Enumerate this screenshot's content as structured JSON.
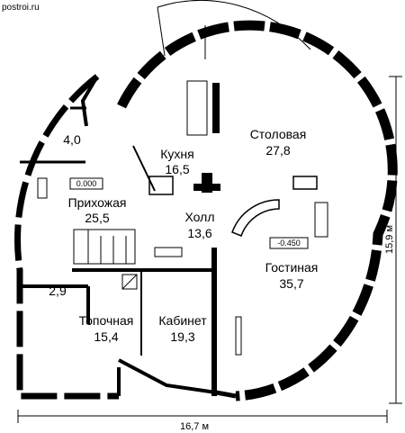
{
  "watermark": "postroi.ru",
  "rooms": [
    {
      "name": "",
      "area": "4,0"
    },
    {
      "name": "Кухня",
      "area": "16,5"
    },
    {
      "name": "Столовая",
      "area": "27,8"
    },
    {
      "name": "Прихожая",
      "area": "25,5"
    },
    {
      "name": "Холл",
      "area": "13,6"
    },
    {
      "name": "Гостиная",
      "area": "35,7"
    },
    {
      "name": "",
      "area": "2,9"
    },
    {
      "name": "Топочная",
      "area": "15,4"
    },
    {
      "name": "Кабинет",
      "area": "19,3"
    }
  ],
  "level_marks": [
    "0.000",
    "-0.450"
  ],
  "dimensions": {
    "width": "16,7 м",
    "height": "15,9 м"
  }
}
